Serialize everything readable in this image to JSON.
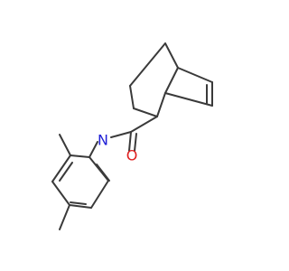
{
  "molecule": {
    "bond_color": "#3a3a3a",
    "atoms": [
      {
        "id": "N",
        "label": "N",
        "color": "#1f1fd6"
      },
      {
        "id": "O",
        "label": "O",
        "color": "#e02020"
      }
    ]
  }
}
